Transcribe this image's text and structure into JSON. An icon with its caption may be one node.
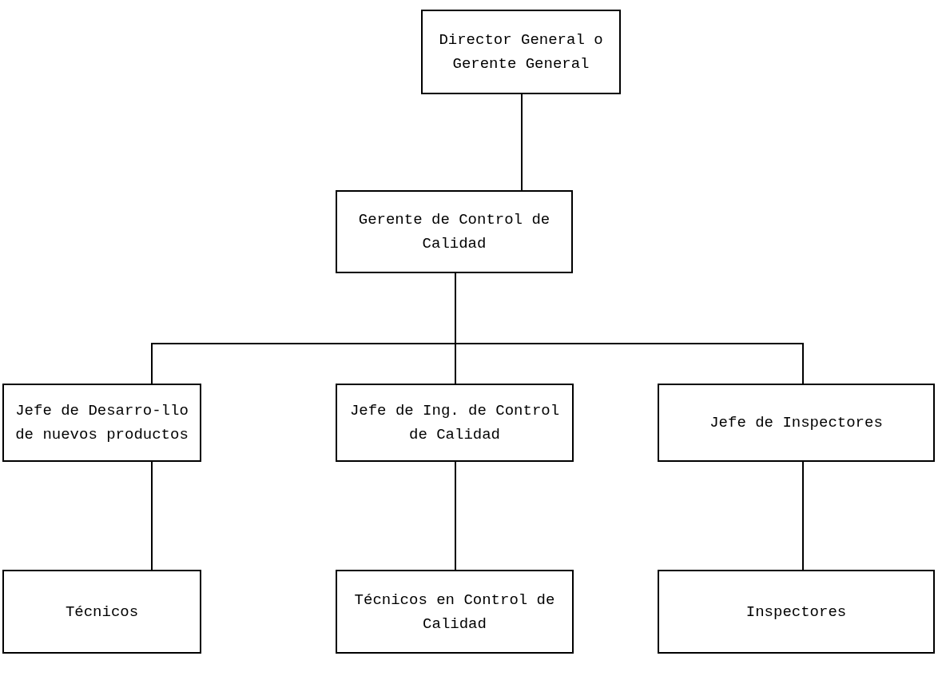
{
  "diagram": {
    "nodes": [
      {
        "text": [
          "Director General o Gerente General"
        ]
      },
      {
        "text": [
          "Gerente de Control de Calidad"
        ]
      },
      {
        "text": [
          "Jefe de Desarro-llo de nuevos productos"
        ]
      },
      {
        "text": [
          "Jefe de Ing. de Control de Calidad"
        ]
      },
      {
        "text": [
          "Jefe de Inspectores"
        ]
      },
      {
        "text": [
          "Técnicos"
        ]
      },
      {
        "text": [
          "Técnicos en Control de Calidad"
        ]
      },
      {
        "text": [
          "Inspectores"
        ]
      }
    ],
    "edges": [
      {
        "from": 0,
        "to": 1,
        "arrow": "none"
      },
      {
        "from": 1,
        "to": 2,
        "arrow": "none"
      },
      {
        "from": 1,
        "to": 3,
        "arrow": "none"
      },
      {
        "from": 1,
        "to": 4,
        "arrow": "none"
      },
      {
        "from": 2,
        "to": 5,
        "arrow": "none"
      },
      {
        "from": 3,
        "to": 6,
        "arrow": "none"
      },
      {
        "from": 4,
        "to": 7,
        "arrow": "none"
      }
    ]
  }
}
